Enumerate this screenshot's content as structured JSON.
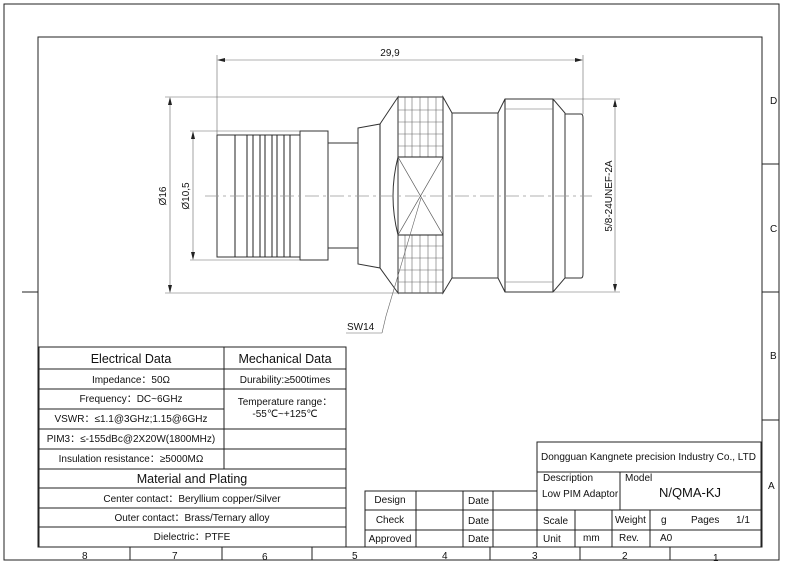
{
  "drawing": {
    "dimensions": {
      "length": "29,9",
      "outer_diameter": "Ø16",
      "inner_diameter": "Ø10,5",
      "thread": "5/8-24UNEF-2A",
      "wrench": "SW14"
    }
  },
  "zones": {
    "rows": [
      "D",
      "C",
      "B",
      "A"
    ],
    "columns": [
      "8",
      "7",
      "6",
      "5",
      "4",
      "3",
      "2",
      "1"
    ]
  },
  "specs": {
    "electrical_title": "Electrical Data",
    "mechanical_title": "Mechanical Data",
    "impedance": "Impedance：50Ω",
    "frequency": "Frequency：DC~6GHz",
    "vswr": "VSWR：≤1.1@3GHz;1.15@6GHz",
    "pim": "PIM3：≤-155dBc@2X20W(1800MHz)",
    "insulation": "Insulation resistance：≥5000MΩ",
    "durability": "Durability:≥500times",
    "temperature_label": "Temperature range：",
    "temperature_value": "-55℃~+125℃",
    "material_title": "Material and Plating",
    "center_contact": "Center contact：Beryllium copper/Silver",
    "outer_contact": "Outer contact：Brass/Ternary alloy",
    "dielectric": "Dielectric：PTFE"
  },
  "title_block": {
    "company": "Dongguan Kangnete precision Industry Co., LTD",
    "description_label": "Description",
    "description": "Low PIM Adaptor",
    "model_label": "Model",
    "model": "N/QMA-KJ",
    "scale_label": "Scale",
    "scale": "",
    "weight_label": "Weight",
    "weight": "g",
    "pages_label": "Pages",
    "pages": "1/1",
    "unit_label": "Unit",
    "unit": "mm",
    "rev_label": "Rev.",
    "rev": "A0",
    "design_label": "Design",
    "check_label": "Check",
    "approved_label": "Approved",
    "date_label": "Date"
  }
}
